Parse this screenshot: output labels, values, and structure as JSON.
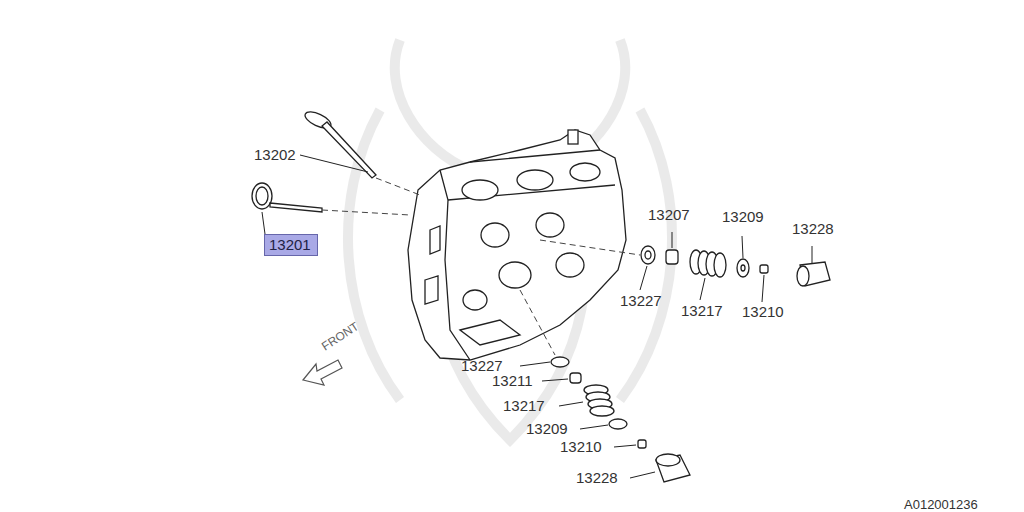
{
  "diagram": {
    "nodes": [
      {
        "text": [
          "13201"
        ]
      }
    ],
    "labels": [
      "13202",
      "13207",
      "13209",
      "13228",
      "13227",
      "13217",
      "13210",
      "13227",
      "13211",
      "13217",
      "13209",
      "13210",
      "13228",
      "FRONT",
      "A012001236"
    ]
  }
}
